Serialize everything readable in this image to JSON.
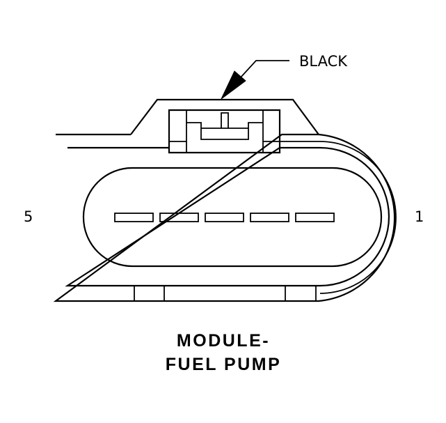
{
  "callout": {
    "color_label": "BLACK"
  },
  "pins": {
    "left_label": "5",
    "right_label": "1"
  },
  "caption": {
    "line1": "MODULE-",
    "line2": "FUEL PUMP"
  },
  "colors": {
    "line": "#000000",
    "background": "#ffffff"
  }
}
